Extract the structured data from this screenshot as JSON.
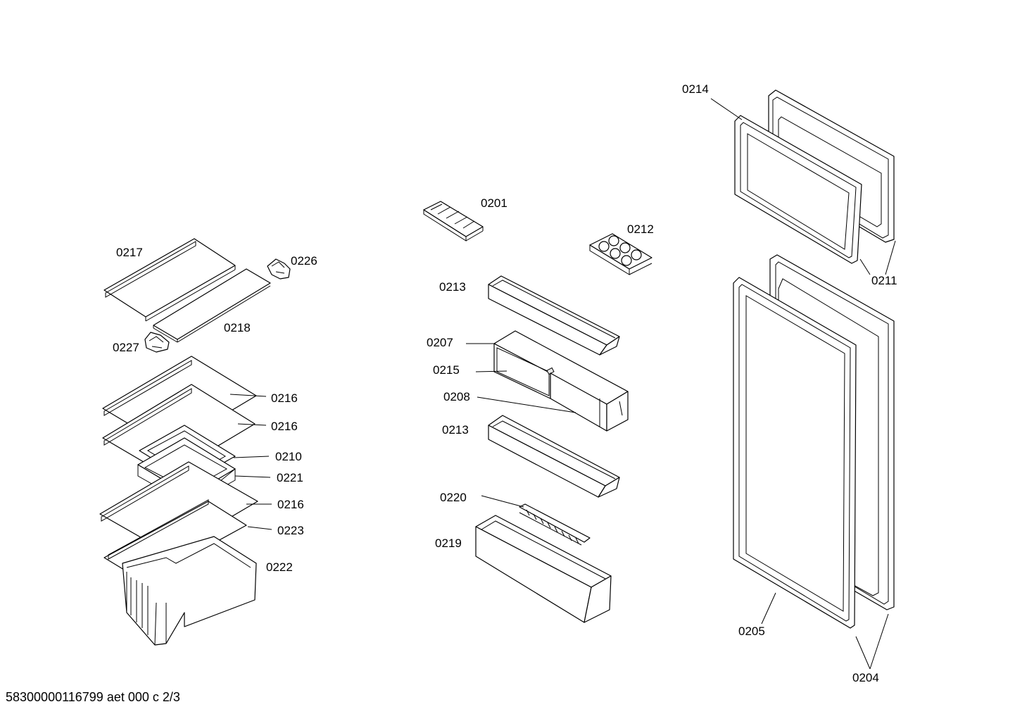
{
  "diagram": {
    "labels": {
      "l0201": "0201",
      "l0204": "0204",
      "l0205": "0205",
      "l0207": "0207",
      "l0208": "0208",
      "l0210": "0210",
      "l0211": "0211",
      "l0212": "0212",
      "l0213a": "0213",
      "l0213b": "0213",
      "l0214": "0214",
      "l0215": "0215",
      "l0216a": "0216",
      "l0216b": "0216",
      "l0216c": "0216",
      "l0217": "0217",
      "l0218": "0218",
      "l0219": "0219",
      "l0220": "0220",
      "l0221": "0221",
      "l0222": "0222",
      "l0223": "0223",
      "l0226": "0226",
      "l0227": "0227"
    }
  },
  "footer": {
    "document_id": "58300000116799 aet 000 c 2/3"
  }
}
